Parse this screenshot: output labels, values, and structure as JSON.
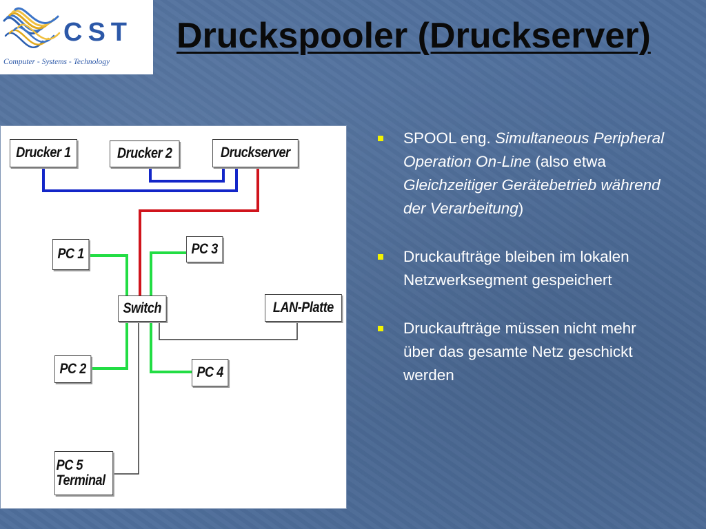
{
  "logo": {
    "brand": "CST",
    "tagline": "Computer - Systems - Technology"
  },
  "title": "Druckspooler (Druckserver)",
  "diagram": {
    "nodes": {
      "drucker1": "Drucker 1",
      "drucker2": "Drucker 2",
      "druckserver": "Druckserver",
      "pc1": "PC 1",
      "pc2": "PC 2",
      "pc3": "PC 3",
      "pc4": "PC 4",
      "pc5_line1": "PC 5",
      "pc5_line2": "Terminal",
      "switch": "Switch",
      "lan_platte": "LAN-Platte"
    },
    "colors": {
      "printer_bus": "#1326c8",
      "server_link": "#d0141c",
      "pc_link": "#22dd44",
      "other_link": "#333333"
    }
  },
  "bullets": {
    "b1_prefix": "SPOOL eng. ",
    "b1_italic1": "Simultaneous Peripheral Operation On-Line",
    "b1_mid": " (also etwa ",
    "b1_italic2": "Gleichzeitiger Gerätebetrieb während der Verarbeitung",
    "b1_suffix": ")",
    "b2": "Druckaufträge bleiben im lokalen Netzwerksegment gespeichert",
    "b3": "Druckaufträge müssen nicht mehr über das gesamte Netz geschickt werden"
  }
}
